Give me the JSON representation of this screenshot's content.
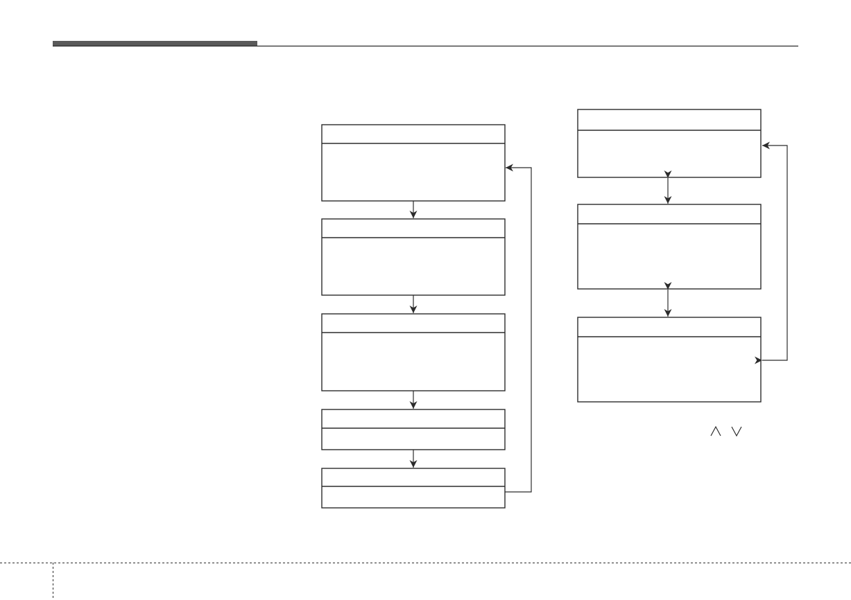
{
  "header": {
    "accent_color": "#5a5a5a",
    "rule_color": "#2b2b2b"
  },
  "footer": {
    "border_style": "dashed"
  },
  "diagram": {
    "left_chain": [
      {
        "id": "L1",
        "header": "",
        "body": ""
      },
      {
        "id": "L2",
        "header": "",
        "body": ""
      },
      {
        "id": "L3",
        "header": "",
        "body": ""
      },
      {
        "id": "L4",
        "header": "",
        "body": ""
      },
      {
        "id": "L5",
        "header": "",
        "body": ""
      }
    ],
    "right_chain": [
      {
        "id": "R1",
        "header": "",
        "body": ""
      },
      {
        "id": "R2",
        "header": "",
        "body": ""
      },
      {
        "id": "R3",
        "header": "",
        "body": ""
      }
    ],
    "button_glyphs": [
      "up-caret-icon",
      "down-caret-icon"
    ]
  }
}
